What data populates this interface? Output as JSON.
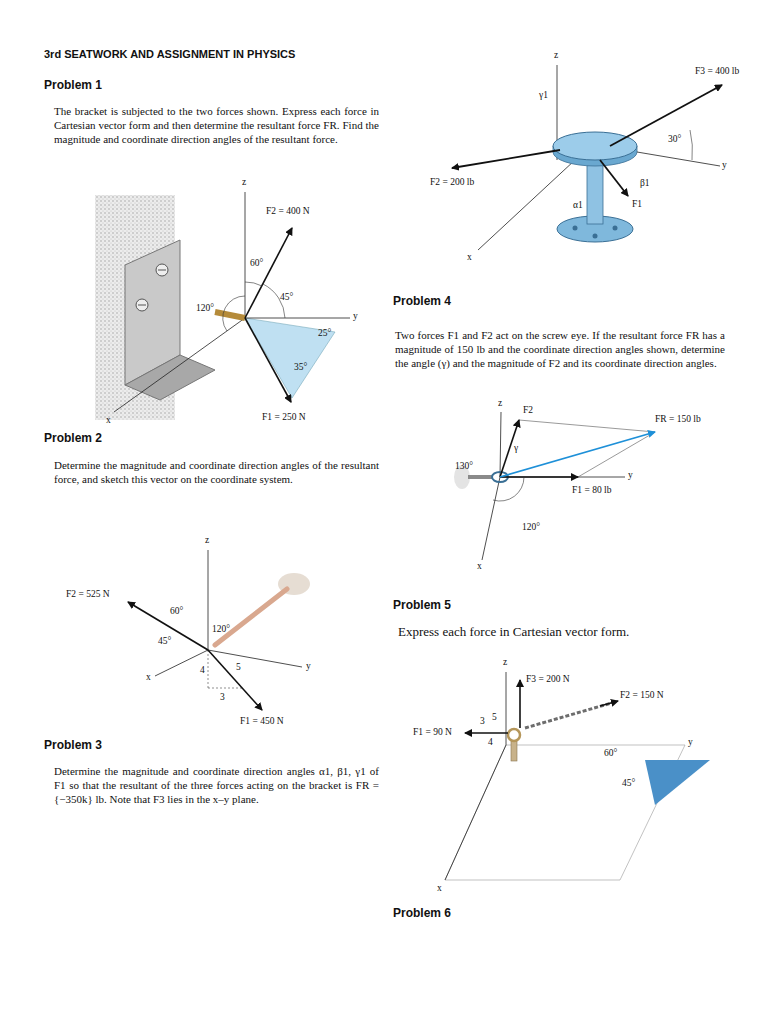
{
  "diagram": {
    "title": "3rd SEATWORK AND ASSIGNMENT IN PHYSICS",
    "labels": [
      "Problem 1",
      "The bracket is subjected to the two forces shown. Express each force in Cartesian vector form and then determine the resultant force FR. Find the magnitude and coordinate direction angles of the resultant force.",
      "z",
      "F2 = 400 N",
      "60°",
      "45°",
      "120°",
      "y",
      "25°",
      "35°",
      "x",
      "F1 = 250 N",
      "Problem 2",
      "Determine the magnitude and coordinate direction angles of the resultant force, and sketch this vector on the coordinate system.",
      "z",
      "F2 = 525 N",
      "60°",
      "120°",
      "45°",
      "x",
      "y",
      "4",
      "5",
      "3",
      "F1 = 450 N",
      "Problem 3",
      "Determine the magnitude and coordinate direction angles α1, β1, γ1 of F1 so that the resultant of the three forces acting on the bracket is FR = {−350k} lb. Note that F3 lies in the x–y plane.",
      "z",
      "γ1",
      "F3 = 400 lb",
      "F2 = 200 lb",
      "30°",
      "y",
      "β1",
      "α1",
      "F1",
      "x",
      "Problem 4",
      "Two forces F1 and F2 act on the screw eye. If the resultant force FR has a magnitude of 150 lb and the coordinate direction angles shown, determine the angle (γ) and the magnitude of F2 and its coordinate direction angles.",
      "z",
      "F2",
      "FR = 150 lb",
      "γ",
      "130°",
      "y",
      "F1 = 80 lb",
      "120°",
      "x",
      "Problem 5",
      "Express each force in Cartesian vector form.",
      "z",
      "F3 = 200 N",
      "F2 = 150 N",
      "F1 = 90 N",
      "3",
      "5",
      "4",
      "60°",
      "y",
      "45°",
      "x",
      "Problem 6"
    ]
  }
}
